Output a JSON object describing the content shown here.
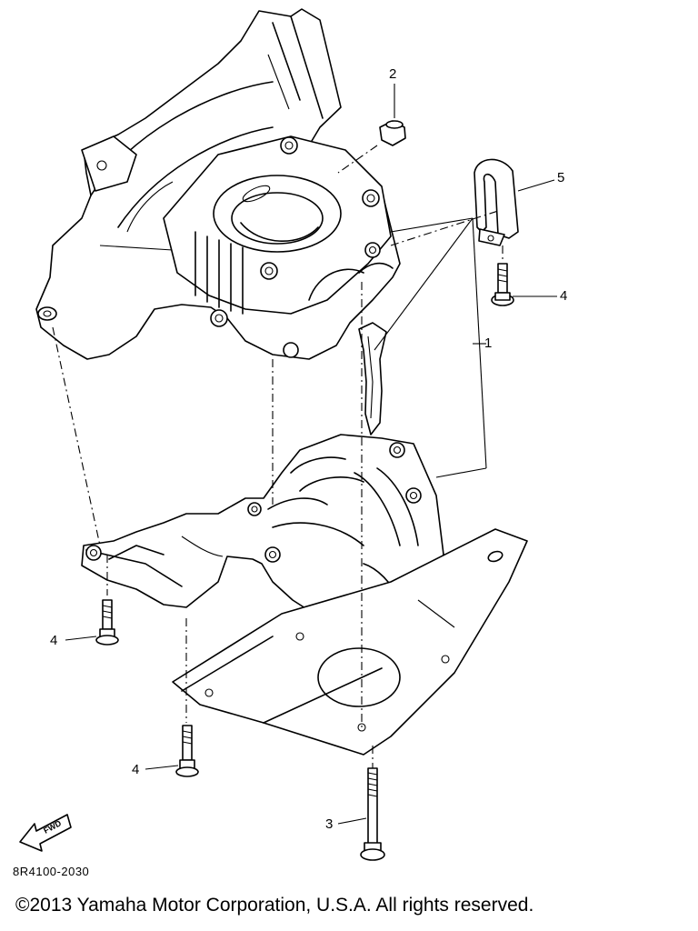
{
  "labels": {
    "part1": "1",
    "part2": "2",
    "part3": "3",
    "part4_upper": "4",
    "part4_left": "4",
    "part4_lower": "4",
    "part5": "5"
  },
  "fwd_arrow_text": "FWD",
  "diagram_code": "8R4100-2030",
  "copyright": "©2013 Yamaha Motor Corporation, U.S.A. All rights reserved."
}
